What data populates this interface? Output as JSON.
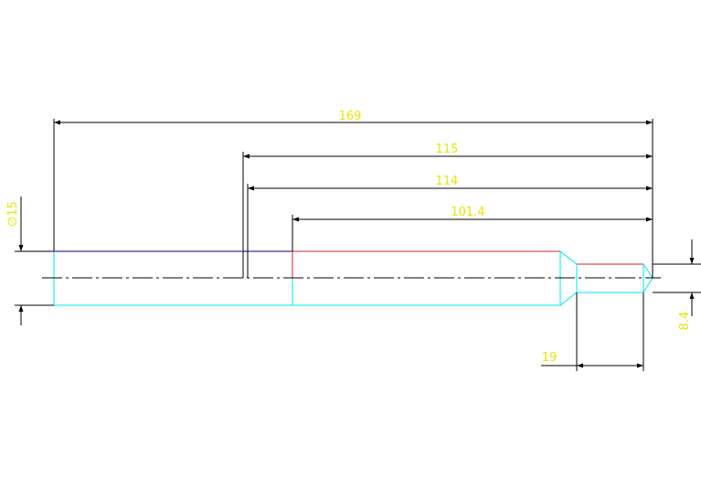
{
  "colors": {
    "background": "#ffffff",
    "dimension_line": "#000000",
    "dimension_text": "#e6e600",
    "part_outline": "#00e5e5",
    "highlight_edge": "#cc2233",
    "centerline": "#000000"
  },
  "dimensions": {
    "overall_length": "169",
    "length_115": "115",
    "length_114": "114",
    "length_101_4": "101.4",
    "diameter": "∅15",
    "tip_length": "19",
    "tip_diameter": "8.4"
  }
}
